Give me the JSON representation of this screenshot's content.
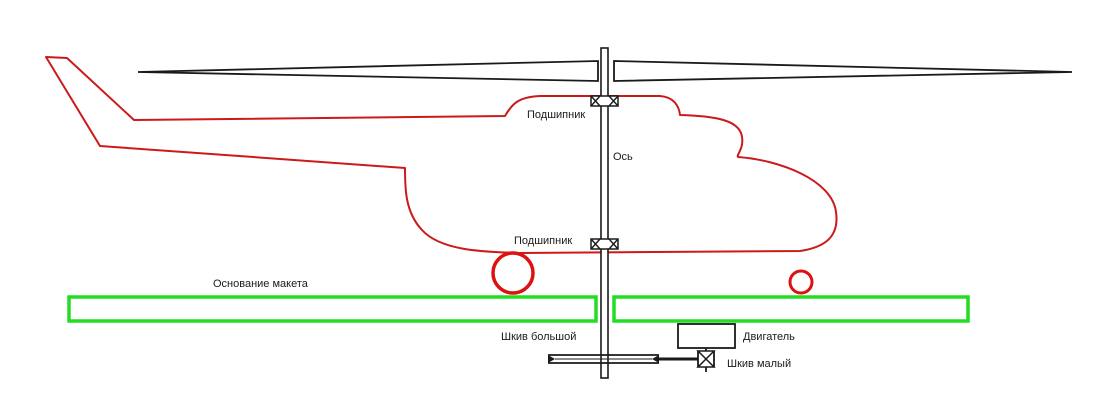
{
  "labels": {
    "bearing_top": "Подшипник",
    "axis": "Ось",
    "bearing_bottom": "Подшипник",
    "base": "Основание макета",
    "pulley_large": "Шкив большой",
    "motor": "Двигатель",
    "pulley_small": "Шкив малый"
  },
  "colors": {
    "fuselage": "#cc1a1a",
    "wheels": "#dd1111",
    "base": "#22dd22",
    "ink": "#1a1a1a"
  }
}
